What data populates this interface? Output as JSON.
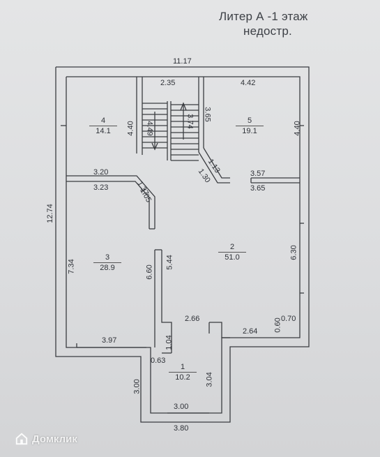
{
  "header": {
    "title_line1": "Литер А -1 этаж",
    "title_line2": "недостр."
  },
  "rooms": [
    {
      "number": "4",
      "area": "14.1"
    },
    {
      "number": "5",
      "area": "19.1"
    },
    {
      "number": "3",
      "area": "28.9"
    },
    {
      "number": "2",
      "area": "51.0"
    },
    {
      "number": "1",
      "area": "10.2"
    }
  ],
  "dimensions": {
    "overall_width": "11.17",
    "overall_height": "12.74",
    "room4_width": "2.35",
    "room5_width": "4.42",
    "room4_height": "4.40",
    "room5_height": "4.40",
    "stair_length": "4.49",
    "stair_inner": "3.74",
    "stair_right": "3.65",
    "diag_upper_a": "1.13",
    "diag_upper_b": "1.30",
    "wall_left_a": "3.20",
    "wall_left_b": "3.23",
    "wall_right_a": "3.57",
    "wall_right_b": "3.65",
    "diag_left_a": "1.37",
    "diag_left_b": "1.05",
    "room3_height": "7.34",
    "room3_right": "6.60",
    "hall_left": "5.44",
    "room2_right": "6.30",
    "room3_bottom": "3.97",
    "step_a": "1.04",
    "step_b": "0.63",
    "hall_width": "2.66",
    "hall_right": "2.64",
    "notch_a": "0.60",
    "notch_b": "0.70",
    "porch_left": "3.00",
    "porch_right": "3.04",
    "porch_inner": "3.00",
    "porch_outer": "3.80"
  },
  "watermark": {
    "brand": "Домклик",
    "icon": "domclick-logo-icon"
  },
  "colors": {
    "wall": "#3a3c40",
    "text": "#2f3238",
    "paper": "#dedfe0"
  }
}
